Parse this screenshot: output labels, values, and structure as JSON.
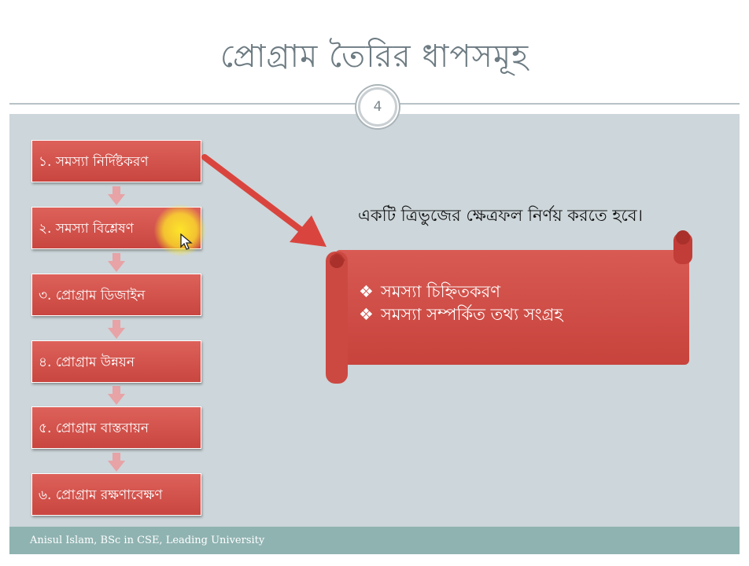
{
  "slide": {
    "title": "প্রোগ্রাম তৈরির ধাপসমূহ",
    "slide_number": "4",
    "footer": "Anisul Islam, BSc in CSE, Leading University"
  },
  "steps": [
    "১. সমস্যা নির্দিষ্টকরণ",
    "২. সমস্যা বিশ্লেষণ",
    "৩. প্রোগ্রাম ডিজাইন",
    "৪. প্রোগ্রাম উন্নয়ন",
    "৫. প্রোগ্রাম বাস্তবায়ন",
    "৬. প্রোগ্রাম রক্ষণাবেক্ষণ"
  ],
  "example": {
    "heading": "একটি ত্রিভুজের ক্ষেত্রফল নির্ণয় করতে হবে।",
    "bullet_glyph": "❖",
    "bullets": [
      "সমস্যা চিহ্নিতকরণ",
      "সমস্যা সম্পর্কিত তথ্য সংগ্রহ"
    ]
  },
  "colors": {
    "step_fill": "#d1524b",
    "scroll_fill": "#cf4c45",
    "content_bg": "#cdd6da",
    "footer_bg": "#8fb3b1",
    "title_text": "#6d7b82",
    "highlight": "#ffe828"
  },
  "icons": [
    "mouse-cursor-icon",
    "down-arrow-icon",
    "big-right-down-arrow"
  ]
}
